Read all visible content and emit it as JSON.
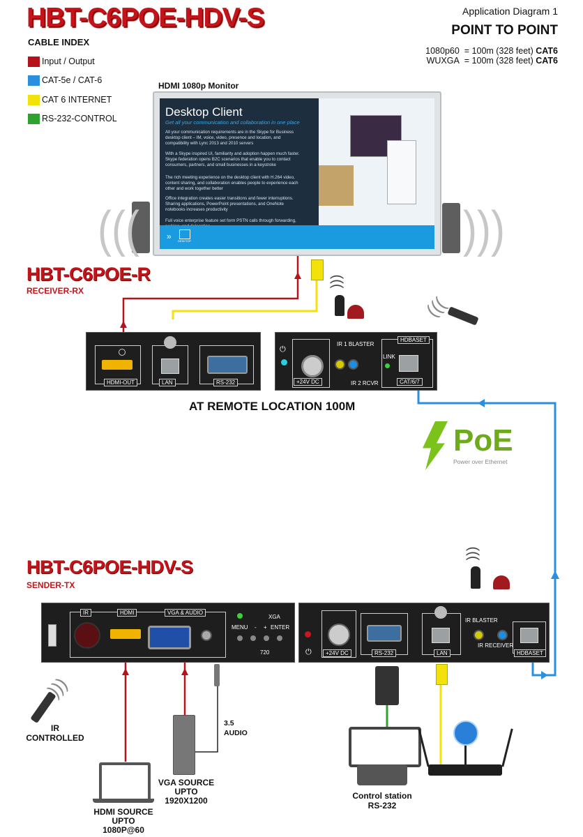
{
  "title": "HBT-C6POE-HDV-S",
  "diagram": {
    "label": "Application Diagram 1",
    "name": "POINT TO POINT"
  },
  "specs": [
    {
      "res": "1080p60",
      "eq": "= 100m (328 feet)",
      "cable": "CAT6"
    },
    {
      "res": "WUXGA",
      "eq": "= 100m (328 feet)",
      "cable": "CAT6"
    }
  ],
  "cable_index": {
    "title": "CABLE INDEX",
    "items": [
      {
        "label": "Input / Output",
        "color": "#b5121b"
      },
      {
        "label": "CAT-5e / CAT-6",
        "color": "#2b8fe0"
      },
      {
        "label": "CAT 6 INTERNET",
        "color": "#f2e10a"
      },
      {
        "label": "RS-232-CONTROL",
        "color": "#2fa12f"
      }
    ]
  },
  "monitor": {
    "label": "HDMI 1080p Monitor",
    "screen_title": "Desktop Client",
    "screen_subtitle": "Get all your communication and collaboration in one place",
    "paragraphs": [
      "All your communication requirements are in the Skype for Business desktop client – IM, voice, video, presence and location, and compatibility with Lync 2013 and 2010 servers",
      "With a Skype inspired UI, familiarity and adoption happen much faster. Skype federation opens B2C scenarios that enable you to contact consumers, partners, and small businesses in a keystroke",
      "The rich meeting experience on the desktop client with H.264 video, content sharing, and collaboration enables people to experience each other and work together better",
      "Office integration creates easier transitions and fewer interruptions. Sharing applications, PowerPoint presentations, and OneNote notebooks increases productivity",
      "Full voice enterprise feature set form PSTN calls through forwarding, parking, and delegating"
    ],
    "taskbar_label": "DESKTOP"
  },
  "receiver": {
    "title": "HBT-C6POE-R",
    "subtitle": "RECEIVER-RX",
    "ports": [
      "HDMI-OUT",
      "LAN",
      "RS-232"
    ],
    "power": "+24V DC",
    "ir1": "IR 1 BLASTER",
    "ir2": "IR 2 RCVR",
    "link": "LINK",
    "hdbaset": "HDBASET",
    "cat": "CAT/6/7"
  },
  "remote_location": "AT REMOTE LOCATION 100M",
  "poe": {
    "big": "PoE",
    "small": "Power over Ethernet"
  },
  "sender": {
    "title": "HBT-C6POE-HDV-S",
    "subtitle": "SENDER-TX",
    "ir": "IR",
    "hdmi": "HDMI",
    "vga_audio": "VGA & AUDIO",
    "menu": "MENU",
    "minus": "-",
    "plus": "+",
    "enter": "ENTER",
    "xga": "XGA",
    "res720": "720",
    "power": "+24V DC",
    "rs232": "RS-232",
    "lan": "LAN",
    "ir_blaster": "IR BLASTER",
    "ir_receiver": "IR RECEIVER",
    "hdbaset": "HDBASET"
  },
  "captions": {
    "ir_controlled": [
      "IR",
      "CONTROLLED"
    ],
    "audio": [
      "3.5",
      "AUDIO"
    ],
    "vga_source": [
      "VGA SOURCE",
      "UPTO",
      "1920X1200"
    ],
    "hdmi_source": [
      "HDMI SOURCE",
      "UPTO",
      "1080P@60"
    ],
    "control_station": [
      "Control station",
      "RS-232"
    ]
  }
}
